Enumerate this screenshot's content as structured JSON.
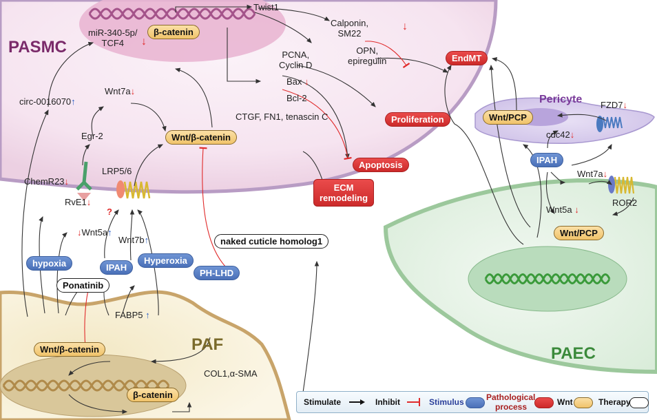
{
  "cells": {
    "pasmc": "PASMC",
    "paf": "PAF",
    "paec": "PAEC",
    "pericyte": "Pericyte"
  },
  "colors": {
    "pasmc": "#7a2a6a",
    "paf": "#7a6a2a",
    "paec": "#3b8a3b",
    "pericyte": "#7a3a9a",
    "stimulate": "#222222",
    "inhibit": "#e02a2a",
    "up_arrow": "#2a5fc7",
    "down_arrow": "#e02a2a"
  },
  "labels": {
    "twist1": "Twist1",
    "calponin": "Calponin,",
    "sm22": "SM22",
    "opn": "OPN,",
    "epiregulin": "epiregulin",
    "pcna": "PCNA,",
    "cyclin_d": "Cyclin D",
    "bax": "Bax",
    "bcl2": "Bcl-2",
    "ctgf": "CTGF, FN1, tenascin C",
    "mir340": "miR-340-5p/",
    "tcf4": "TCF4",
    "circ": "circ-0016070",
    "wnt7a_pasmc": "Wnt7a",
    "egr2": "Egr-2",
    "lrp56": "LRP5/6",
    "chemr23": "ChemR23",
    "rve1": "RvE1",
    "wnt5a_pasmc": "Wnt5a",
    "wnt7b": "Wnt7b",
    "question": "?",
    "fabp5": "FABP5",
    "col1": "COL1,α-SMA",
    "fzd7": "FZD7",
    "cdc42": "cdc42",
    "wnt7a_paec": "Wnt7a",
    "ror2": "ROR2",
    "wnt5a_paec": "Wnt5a",
    "down": "↓",
    "up": "↑"
  },
  "wnt_nodes": {
    "beta_catenin_pasmc": "β-catenin",
    "wnt_beta_pasmc": "Wnt/β-catenin",
    "wnt_beta_paf": "Wnt/β-catenin",
    "beta_catenin_paf": "β-catenin",
    "wnt_pcp_pericyte": "Wnt/PCP",
    "wnt_pcp_paec": "Wnt/PCP"
  },
  "stimulus_nodes": {
    "hypoxia": "hypoxia",
    "ipah_pasmc": "IPAH",
    "hyperoxia": "Hyperoxia",
    "phlhd": "PH-LHD",
    "ipah_pericyte": "IPAH"
  },
  "pathological_nodes": {
    "endmt": "EndMT",
    "proliferation": "Proliferation",
    "apoptosis": "Apoptosis",
    "ecm1": "ECM",
    "ecm2": "remodeling"
  },
  "therapy_nodes": {
    "ponatinib": "Ponatinib",
    "naked": "naked cuticle homolog1"
  },
  "legend": {
    "stimulate": "Stimulate",
    "inhibit": "Inhibit",
    "stimulus": "Stimulus",
    "pathological1": "Pathological",
    "pathological2": "process",
    "wnt": "Wnt",
    "therapy": "Therapy"
  }
}
